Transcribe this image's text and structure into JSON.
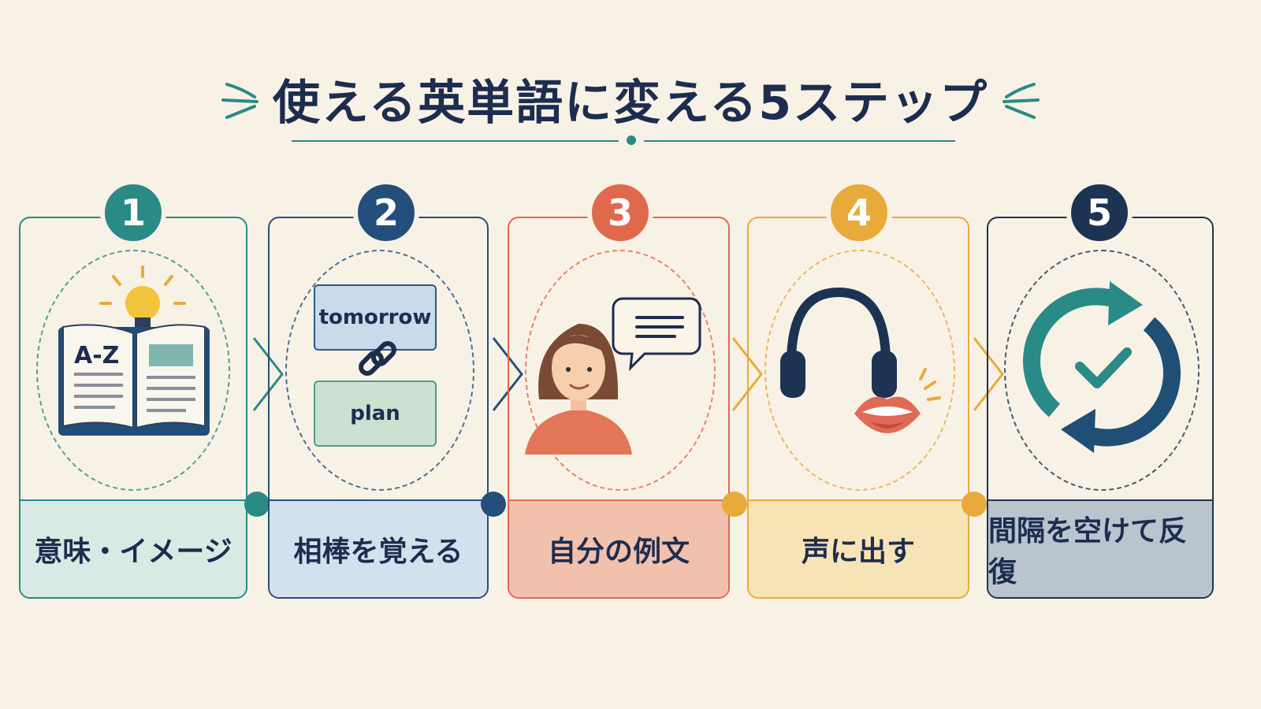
{
  "title": "使える英単語に変える5ステップ",
  "steps": [
    {
      "number": "1",
      "label": "意味・イメージ",
      "icon": "open-book-lightbulb-icon",
      "book_text": "A-Z"
    },
    {
      "number": "2",
      "label": "相棒を覚える",
      "icon": "linked-words-icon",
      "word_top": "tomorrow",
      "word_bottom": "plan"
    },
    {
      "number": "3",
      "label": "自分の例文",
      "icon": "person-speech-bubble-icon"
    },
    {
      "number": "4",
      "label": "声に出す",
      "icon": "headphones-mouth-icon"
    },
    {
      "number": "5",
      "label": "間隔を空けて反復",
      "icon": "repeat-check-icon"
    }
  ],
  "colors": {
    "background": "#f8f2e6",
    "title": "#1d2d4f",
    "step1": "#2a8a85",
    "step2": "#244f7c",
    "step3": "#e0694d",
    "step4": "#e8aa3a",
    "step5": "#1c3354"
  }
}
